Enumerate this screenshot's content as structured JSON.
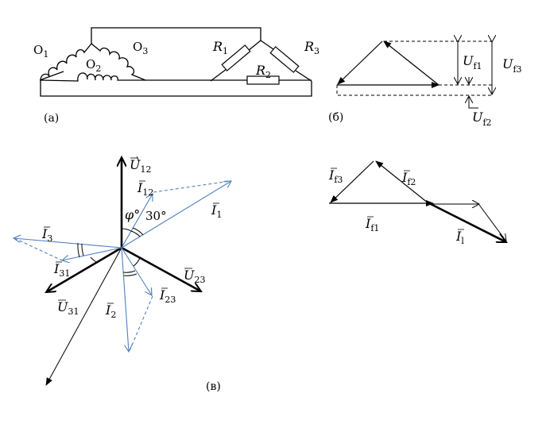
{
  "panels": {
    "a": {
      "caption": "(а)",
      "windings": [
        {
          "name": "O",
          "sub": "1"
        },
        {
          "name": "O",
          "sub": "2"
        },
        {
          "name": "O",
          "sub": "3"
        }
      ],
      "resistors": [
        {
          "name": "R",
          "sub": "1"
        },
        {
          "name": "R",
          "sub": "2"
        },
        {
          "name": "R",
          "sub": "3"
        }
      ]
    },
    "b": {
      "caption": "(б)",
      "voltages": [
        {
          "name": "U",
          "sub": "f1"
        },
        {
          "name": "U",
          "sub": "f2"
        },
        {
          "name": "U",
          "sub": "f3"
        }
      ]
    },
    "v": {
      "caption": "(в)",
      "voltage_vectors": [
        {
          "name": "U",
          "sub": "12"
        },
        {
          "name": "U",
          "sub": "23"
        },
        {
          "name": "U",
          "sub": "31"
        }
      ],
      "current_vectors": [
        {
          "name": "I",
          "sub": "12"
        },
        {
          "name": "I",
          "sub": "1"
        },
        {
          "name": "I",
          "sub": "3"
        },
        {
          "name": "I",
          "sub": "31"
        },
        {
          "name": "I",
          "sub": "2"
        },
        {
          "name": "I",
          "sub": "23"
        }
      ],
      "angles": {
        "phi": "φ°",
        "thirty": "30°"
      }
    },
    "g": {
      "phase_currents": [
        {
          "name": "I",
          "sub": "f1"
        },
        {
          "name": "I",
          "sub": "f2"
        },
        {
          "name": "I",
          "sub": "f3"
        }
      ],
      "line_current": {
        "name": "I",
        "sub": "l"
      }
    }
  },
  "colors": {
    "vector_blue": "#4f81bd",
    "ink": "#000000"
  }
}
